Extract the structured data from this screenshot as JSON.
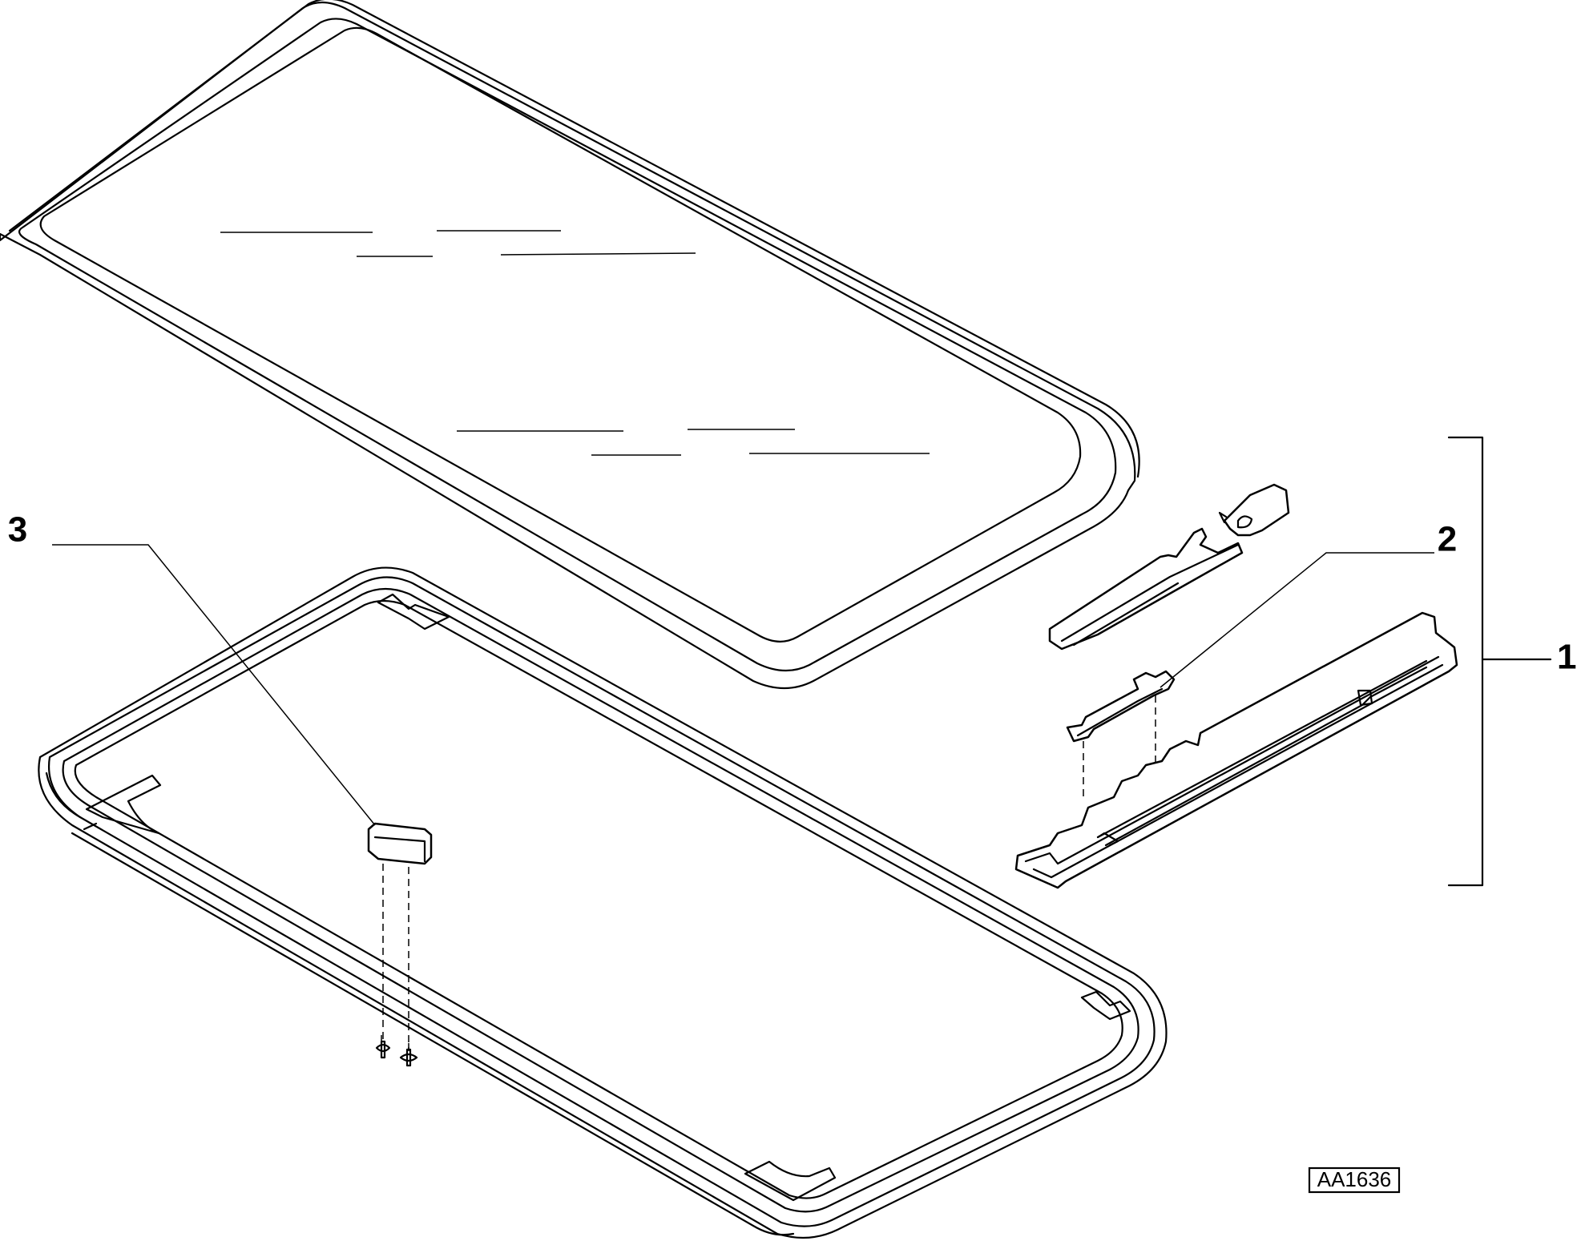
{
  "callouts": {
    "label_1": "1",
    "label_2": "2",
    "label_3": "3"
  },
  "reference_code": "AA1636"
}
